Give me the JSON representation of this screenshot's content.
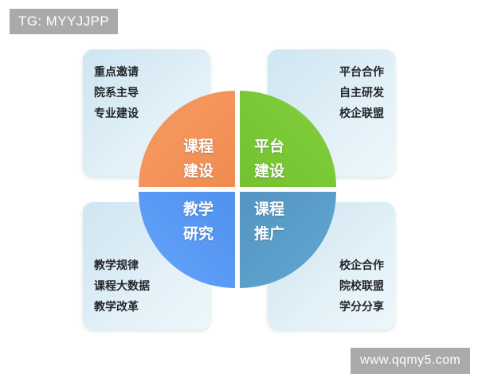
{
  "watermarks": {
    "top_left": "TG: MYYJJPP",
    "bottom_right": "www.qqmy5.com"
  },
  "colors": {
    "orange": "#F4955C",
    "green": "#7BC936",
    "blue": "#5A9BF6",
    "steel_blue": "#5B9FCB",
    "box_background": "#D8EAF4",
    "text_dark": "#222629",
    "text_light": "#FFFFFF",
    "watermark_background": "#AAAAAA"
  },
  "diagram": {
    "type": "four-quadrant-pie",
    "quadrants": [
      {
        "id": "course-construction",
        "position": "top-left",
        "label_line1": "课程",
        "label_line2": "建设",
        "color": "#F4955C",
        "bullets": [
          "重点邀请",
          "院系主导",
          "专业建设"
        ]
      },
      {
        "id": "platform-construction",
        "position": "top-right",
        "label_line1": "平台",
        "label_line2": "建设",
        "color": "#7BC936",
        "bullets": [
          "平台合作",
          "自主研发",
          "校企联盟"
        ]
      },
      {
        "id": "teaching-research",
        "position": "bottom-left",
        "label_line1": "教学",
        "label_line2": "研究",
        "color": "#5A9BF6",
        "bullets": [
          "教学规律",
          "课程大数据",
          "教学改革"
        ]
      },
      {
        "id": "course-promotion",
        "position": "bottom-right",
        "label_line1": "课程",
        "label_line2": "推广",
        "color": "#5B9FCB",
        "bullets": [
          "校企合作",
          "院校联盟",
          "学分分享"
        ]
      }
    ]
  }
}
